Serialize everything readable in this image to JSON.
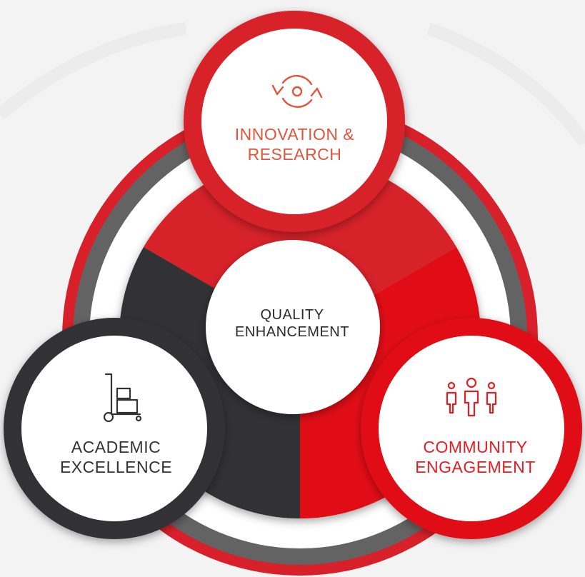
{
  "center": {
    "line1": "QUALITY",
    "line2": "ENHANCEMENT"
  },
  "nodes": {
    "top": {
      "line1": "INNOVATION &",
      "line2": "RESEARCH",
      "icon": "refresh-eye-icon"
    },
    "left": {
      "line1": "ACADEMIC",
      "line2": "EXCELLENCE",
      "icon": "hand-truck-icon"
    },
    "right": {
      "line1": "COMMUNITY",
      "line2": "ENGAGEMENT",
      "icon": "people-group-icon"
    }
  },
  "colors": {
    "red": "#d7202a",
    "bright_red": "#e10b12",
    "dark": "#333335",
    "gray": "#636363",
    "orange_text": "#e1553b"
  }
}
